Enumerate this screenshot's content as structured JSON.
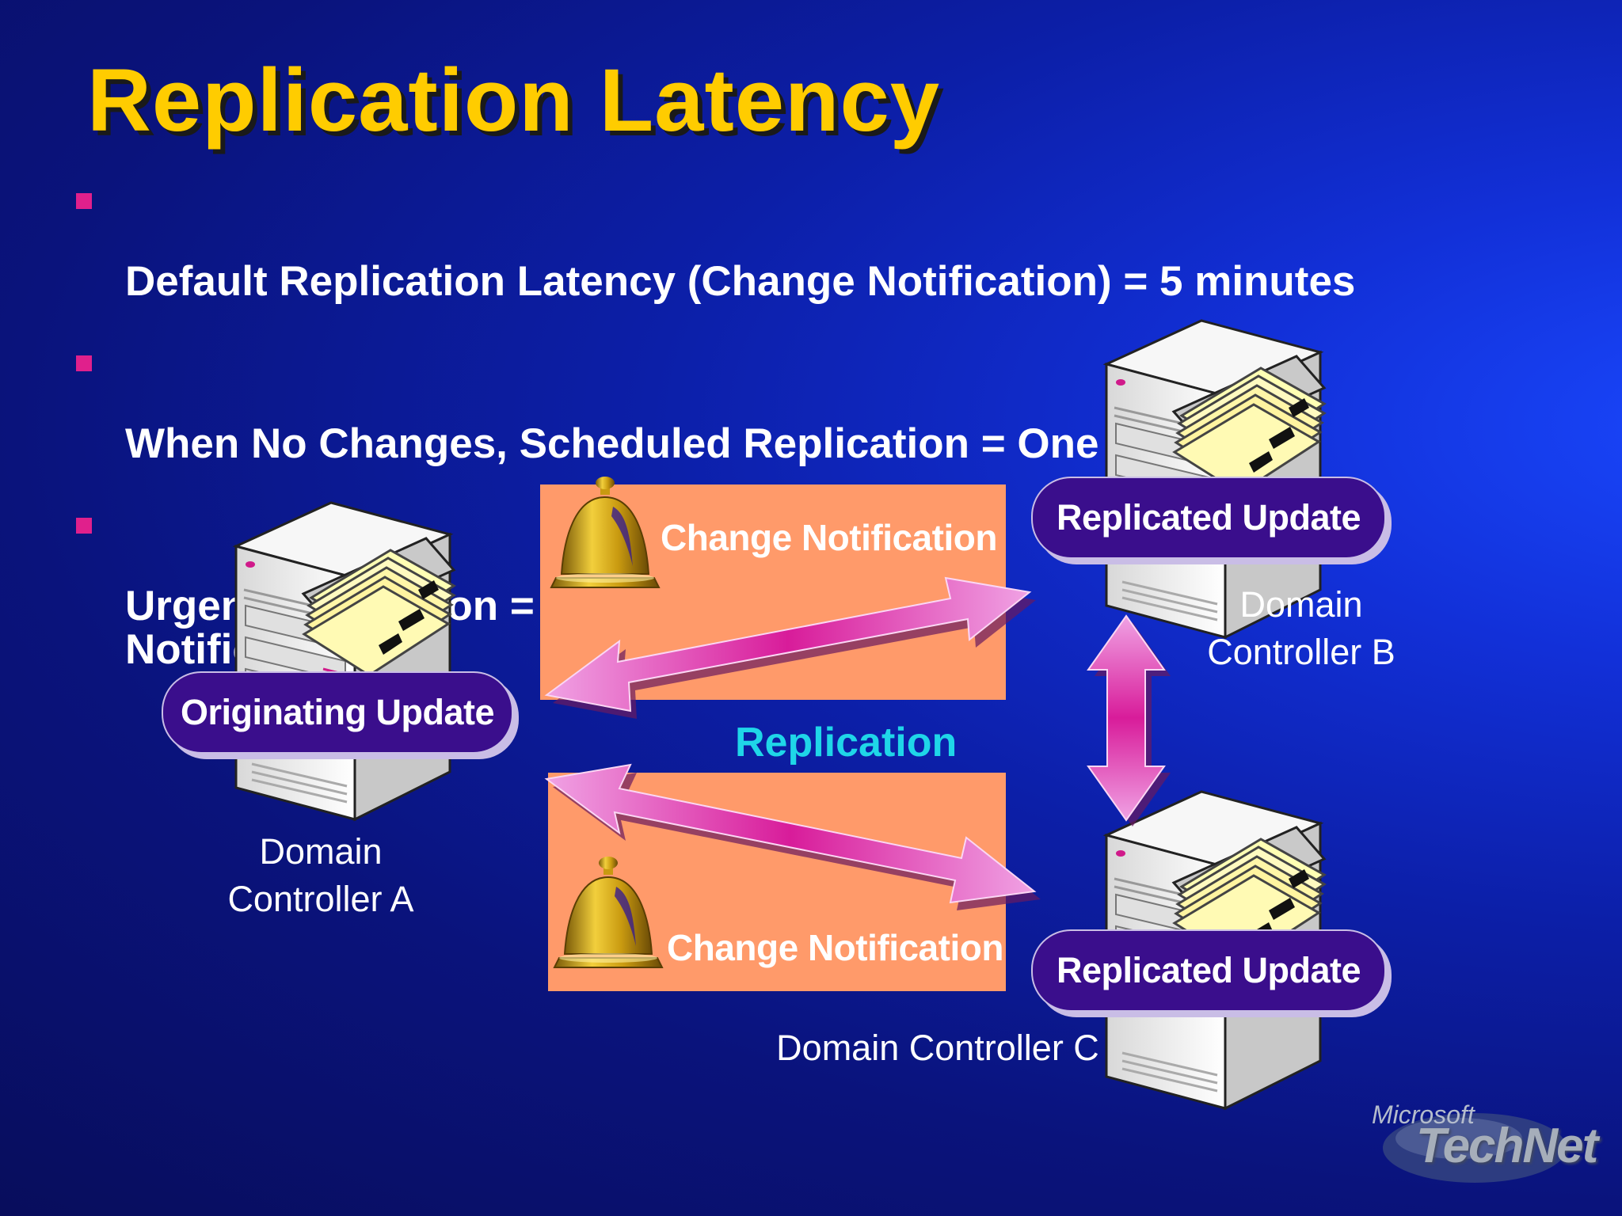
{
  "title": "Replication Latency",
  "bullets": [
    "Default Replication Latency (Change Notification) = 5 minutes",
    "When No Changes, Scheduled Replication = One Hour",
    "Urgent Replication = Immediate Change\nNotification"
  ],
  "diagram": {
    "originating_update": "Originating Update",
    "replicated_update_b": "Replicated Update",
    "replicated_update_c": "Replicated Update",
    "dc_a_label": "Domain\nController A",
    "dc_b_label": "Domain\nController B",
    "dc_c_label": "Domain Controller C",
    "change_notification_top": "Change Notification",
    "change_notification_bottom": "Change Notification",
    "replication_label": "Replication"
  },
  "logo": {
    "microsoft": "Microsoft",
    "technet": "TechNet"
  },
  "colors": {
    "title": "#ffcc00",
    "bullet_square": "#e0208c",
    "pill": "#3a0e8c",
    "notification_box": "#ff9a6a",
    "arrow": "#e05cc0",
    "replication_text": "#1fd6e8"
  },
  "icons": [
    "server-icon",
    "bell-icon",
    "double-arrow-icon"
  ]
}
